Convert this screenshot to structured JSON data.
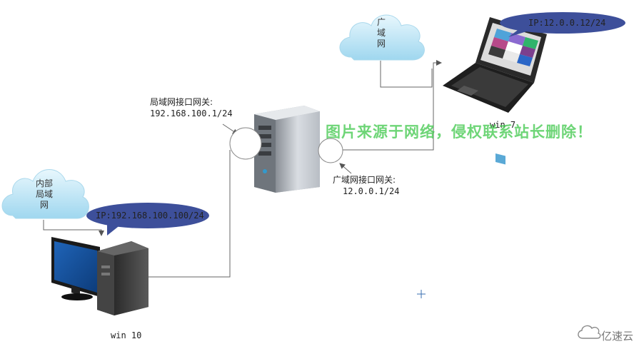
{
  "clouds": {
    "wan": {
      "lines": [
        "广",
        "域",
        "网"
      ]
    },
    "lan": {
      "lines": [
        "内部",
        "局域",
        "网"
      ]
    }
  },
  "gateways": {
    "lan": {
      "title": "局域网接口网关:",
      "ip": "192.168.100.1/24"
    },
    "wan": {
      "title": "广域网接口网关:",
      "ip": "12.0.0.1/24"
    }
  },
  "hosts": {
    "win7": {
      "name": "win 7",
      "ip_label": "IP:12.0.0.12/24"
    },
    "win10": {
      "name": "win 10",
      "ip_label": "IP:192.168.100.100/24"
    }
  },
  "watermark": "图片来源于网络，侵权联系站长删除！",
  "logo": {
    "text": "亿速云"
  },
  "colors": {
    "link": "#555555",
    "cloud": "#bfe6f5",
    "bubble": "#3d4f9a",
    "watermark": "#3ec84a"
  }
}
